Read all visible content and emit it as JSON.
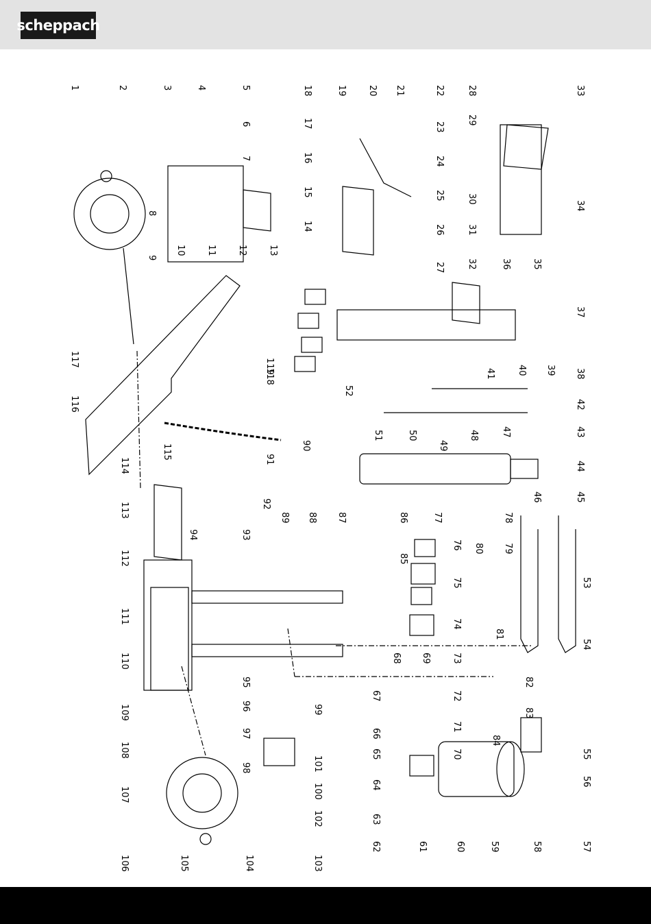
{
  "brand": {
    "logo_text": "scheppach",
    "header_color": "#e3e3e3",
    "footer_color": "#000000"
  },
  "diagram": {
    "part_numbers": [
      "1",
      "2",
      "3",
      "4",
      "5",
      "6",
      "7",
      "8",
      "9",
      "10",
      "11",
      "12",
      "13",
      "14",
      "15",
      "16",
      "17",
      "18",
      "19",
      "20",
      "21",
      "22",
      "23",
      "24",
      "25",
      "26",
      "27",
      "28",
      "29",
      "30",
      "31",
      "32",
      "33",
      "34",
      "35",
      "36",
      "37",
      "38",
      "39",
      "40",
      "41",
      "42",
      "43",
      "44",
      "45",
      "46",
      "47",
      "48",
      "49",
      "50",
      "51",
      "52",
      "53",
      "54",
      "55",
      "56",
      "57",
      "58",
      "59",
      "60",
      "61",
      "62",
      "63",
      "64",
      "65",
      "66",
      "67",
      "68",
      "69",
      "70",
      "71",
      "72",
      "73",
      "74",
      "75",
      "76",
      "77",
      "78",
      "79",
      "80",
      "81",
      "82",
      "83",
      "84",
      "85",
      "86",
      "87",
      "88",
      "89",
      "90",
      "91",
      "92",
      "93",
      "94",
      "95",
      "96",
      "97",
      "98",
      "99",
      "100",
      "101",
      "102",
      "103",
      "104",
      "105",
      "106",
      "107",
      "108",
      "109",
      "110",
      "111",
      "112",
      "113",
      "114",
      "115",
      "116",
      "117",
      "118",
      "119"
    ]
  }
}
